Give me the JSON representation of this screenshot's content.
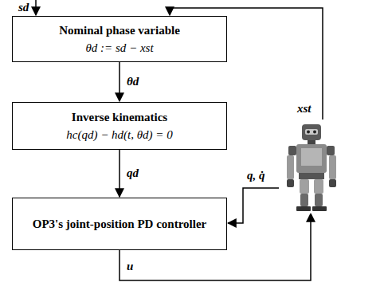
{
  "diagram": {
    "nodes": [
      {
        "text": [
          "Nominal phase variable",
          "θd := sd − xst"
        ]
      },
      {
        "text": [
          "Inverse kinematics",
          "hc(qd) − hd(t, θd) = 0"
        ]
      },
      {
        "text": [
          "OP3's joint-position PD controller"
        ]
      }
    ],
    "edges": [
      {
        "from": 0,
        "to": 1,
        "arrow": "to",
        "label": "θd"
      },
      {
        "from": 1,
        "to": 2,
        "arrow": "to",
        "label": "qd"
      }
    ],
    "labels": [
      "sd",
      "xst",
      "q, q̇",
      "u"
    ]
  }
}
